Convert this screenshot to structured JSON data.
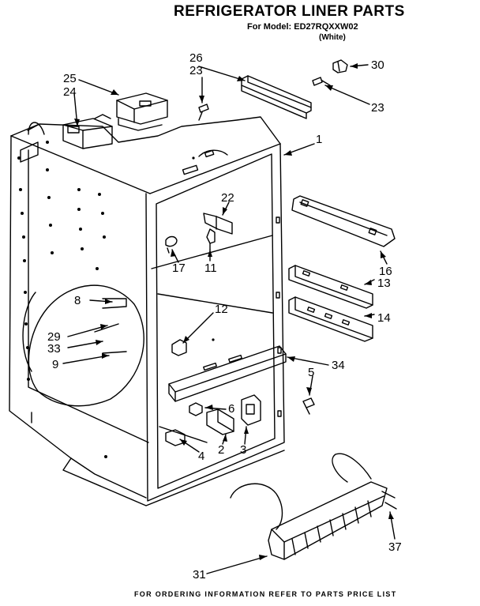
{
  "header": {
    "title": "REFRIGERATOR LINER PARTS",
    "model": "For Model: ED27RQXXW02",
    "color": "(White)"
  },
  "callouts": [
    "25",
    "24",
    "26",
    "23",
    "30",
    "23",
    "1",
    "22",
    "17",
    "11",
    "16",
    "13",
    "12",
    "14",
    "8",
    "29",
    "33",
    "9",
    "34",
    "5",
    "6",
    "2",
    "3",
    "4",
    "37",
    "31"
  ],
  "footer": "FOR ORDERING INFORMATION REFER TO PARTS PRICE LIST"
}
